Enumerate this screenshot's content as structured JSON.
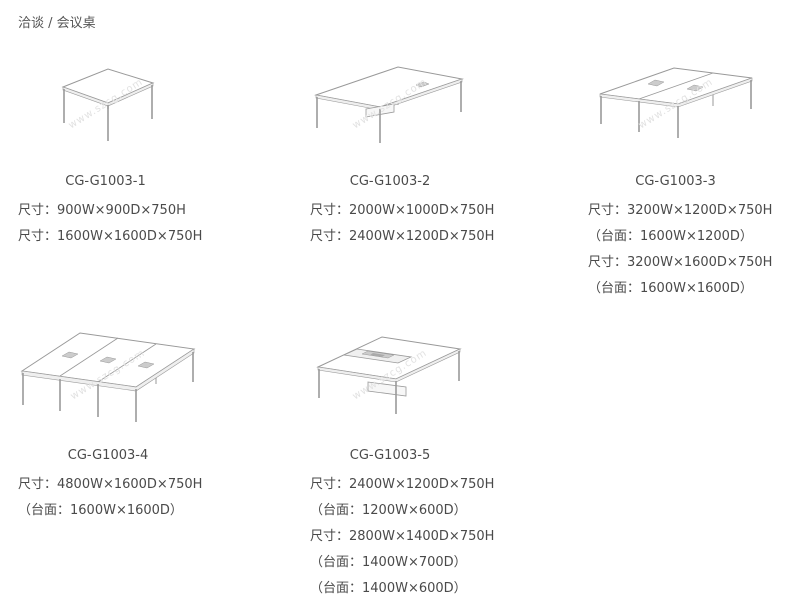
{
  "page_title": "洽谈 / 会议桌",
  "watermark": "www.szcg.com",
  "products": [
    {
      "code": "CG-G1003-1",
      "specs": [
        "尺寸：900W×900D×750H",
        "尺寸：1600W×1600D×750H"
      ]
    },
    {
      "code": "CG-G1003-2",
      "specs": [
        "尺寸：2000W×1000D×750H",
        "尺寸：2400W×1200D×750H"
      ]
    },
    {
      "code": "CG-G1003-3",
      "specs": [
        "尺寸：3200W×1200D×750H",
        "（台面：1600W×1200D）",
        "尺寸：3200W×1600D×750H",
        "（台面：1600W×1600D）"
      ]
    },
    {
      "code": "CG-G1003-4",
      "specs": [
        "尺寸：4800W×1600D×750H",
        "（台面：1600W×1600D）"
      ]
    },
    {
      "code": "CG-G1003-5",
      "specs": [
        "尺寸：2400W×1200D×750H",
        "（台面：1200W×600D）",
        "尺寸：2800W×1400D×750H",
        "（台面：1400W×700D）",
        "（台面：1400W×600D）"
      ]
    }
  ]
}
